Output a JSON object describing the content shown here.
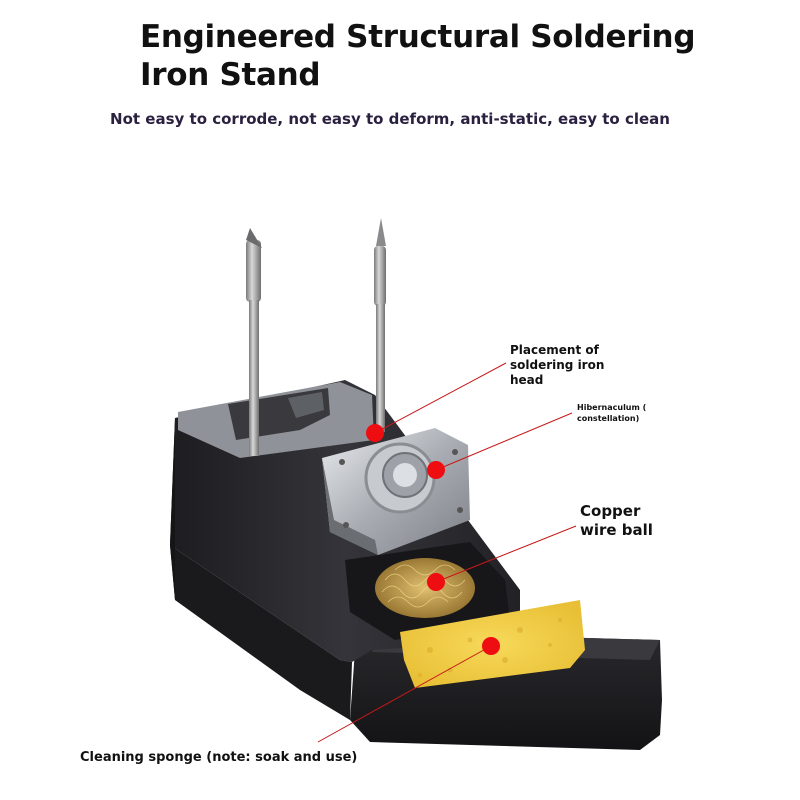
{
  "header": {
    "title": "Engineered Structural Soldering Iron Stand",
    "subtitle": "Not easy to corrode, not easy to deform, anti-static, easy to clean"
  },
  "callouts": {
    "head": "Placement of soldering iron head",
    "hibernaculum": "Hibernaculum ( constellation)",
    "wire_ball": "Copper wire ball",
    "sponge": "Cleaning sponge (note: soak and use)"
  },
  "colors": {
    "callout_dot": "#ee0d10",
    "leader_line": "#c81818",
    "stand_body": "#2b2b2e",
    "sponge": "#f2cd45",
    "brass_wool": "#b8903a"
  }
}
